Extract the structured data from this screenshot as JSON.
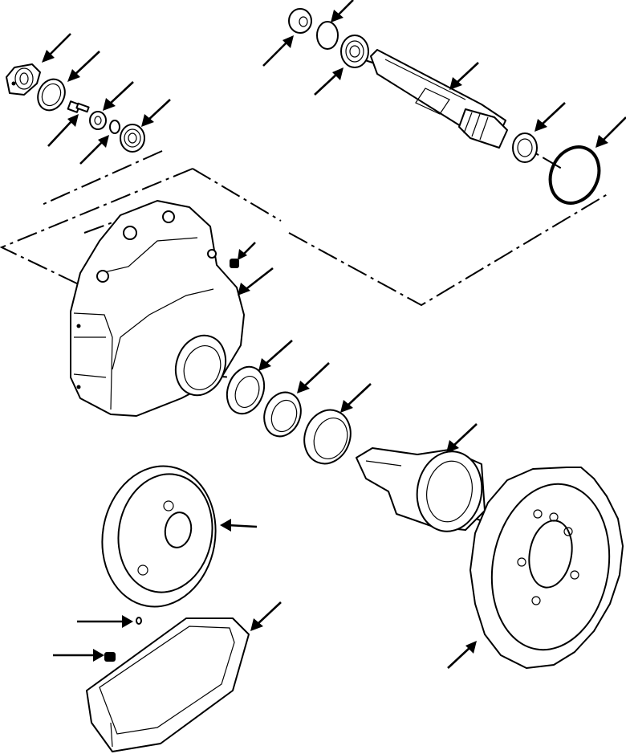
{
  "diagram": {
    "kind": "exploded-view",
    "callouts": [
      {
        "id": "cover-plate",
        "icon": "arrow-icon"
      },
      {
        "id": "gasket",
        "icon": "arrow-icon"
      },
      {
        "id": "bolt",
        "icon": "arrow-icon"
      },
      {
        "id": "washer-small",
        "icon": "arrow-icon"
      },
      {
        "id": "spacer",
        "icon": "arrow-icon"
      },
      {
        "id": "bearing-small",
        "icon": "arrow-icon"
      },
      {
        "id": "thrust-washer",
        "icon": "arrow-icon"
      },
      {
        "id": "snap-ring",
        "icon": "arrow-icon"
      },
      {
        "id": "bearing-upper",
        "icon": "arrow-icon"
      },
      {
        "id": "pinion-shaft",
        "icon": "arrow-icon"
      },
      {
        "id": "bearing-shaft-end",
        "icon": "arrow-icon"
      },
      {
        "id": "o-ring-large",
        "icon": "arrow-icon"
      },
      {
        "id": "plug",
        "icon": "arrow-icon"
      },
      {
        "id": "final-drive-case",
        "icon": "arrow-icon"
      },
      {
        "id": "bearing-cup",
        "icon": "arrow-icon"
      },
      {
        "id": "bearing-cone",
        "icon": "arrow-icon"
      },
      {
        "id": "seal-ring",
        "icon": "arrow-icon"
      },
      {
        "id": "hub-shaft",
        "icon": "arrow-icon"
      },
      {
        "id": "bull-gear",
        "icon": "arrow-icon"
      },
      {
        "id": "o-ring-small",
        "icon": "arrow-icon"
      },
      {
        "id": "drain-plug",
        "icon": "arrow-icon"
      },
      {
        "id": "lower-cover",
        "icon": "arrow-icon"
      },
      {
        "id": "sprocket",
        "icon": "arrow-icon"
      }
    ]
  }
}
